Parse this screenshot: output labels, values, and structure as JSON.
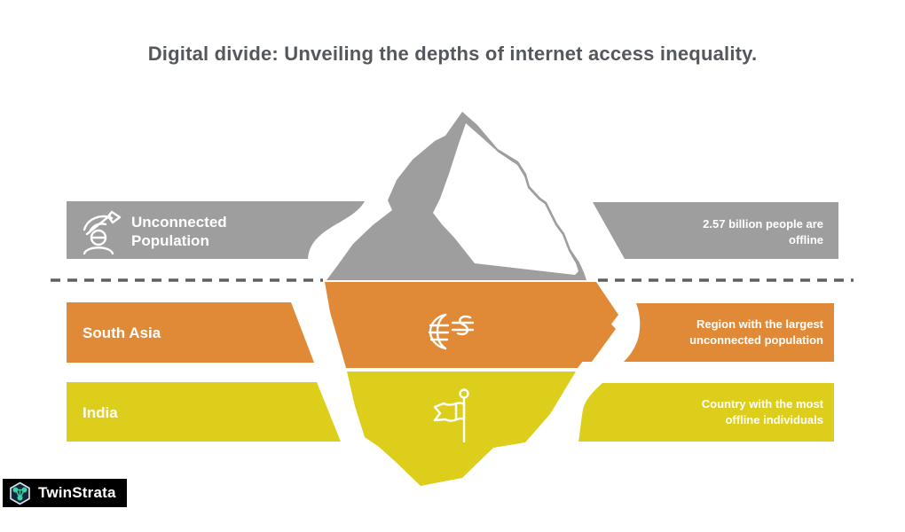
{
  "title": "Digital divide: Unveiling the depths of internet access inequality.",
  "rows": [
    {
      "id": "unconnected-population",
      "left_label": "Unconnected Population",
      "right_label": "2.57 billion people are offline",
      "icon": "person-no-wifi-icon",
      "color": "#9e9e9e"
    },
    {
      "id": "south-asia",
      "left_label": "South Asia",
      "right_label": "Region with the largest unconnected population",
      "icon": "globe-currency-icon",
      "color": "#e08a38"
    },
    {
      "id": "india",
      "left_label": "India",
      "right_label": "Country with the most offline individuals",
      "icon": "flag-icon",
      "color": "#ddce1c"
    }
  ],
  "logo": {
    "text": "TwinStrata",
    "icon": "hexagon-network-icon"
  },
  "colors": {
    "gray": "#9e9e9e",
    "orange": "#e08a38",
    "yellow": "#ddce1c",
    "ink": "#54585d",
    "dash": "#5b6064",
    "white": "#ffffff",
    "logo_bg": "#000000",
    "logo_panel": "#14283c",
    "logo_accent": "#3fd0a8"
  }
}
